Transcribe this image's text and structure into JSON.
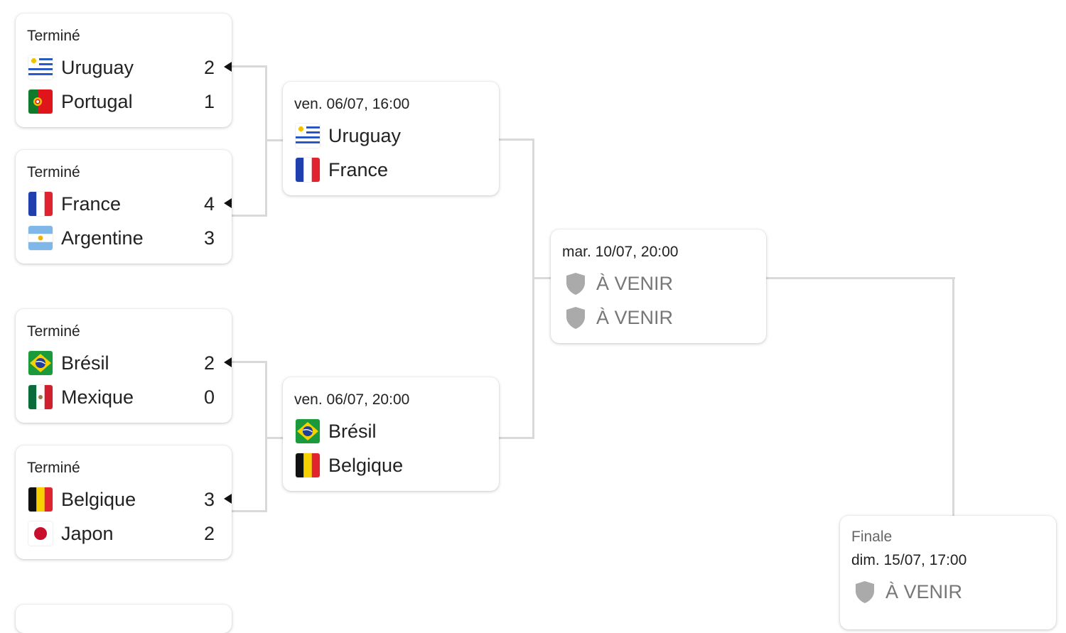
{
  "qf1": {
    "status": "Terminé",
    "team1": "Uruguay",
    "score1": "2",
    "team2": "Portugal",
    "score2": "1"
  },
  "qf2": {
    "status": "Terminé",
    "team1": "France",
    "score1": "4",
    "team2": "Argentine",
    "score2": "3"
  },
  "qf3": {
    "status": "Terminé",
    "team1": "Brésil",
    "score1": "2",
    "team2": "Mexique",
    "score2": "0"
  },
  "qf4": {
    "status": "Terminé",
    "team1": "Belgique",
    "score1": "3",
    "team2": "Japon",
    "score2": "2"
  },
  "sf1": {
    "date": "ven. 06/07, 16:00",
    "team1": "Uruguay",
    "team2": "France"
  },
  "sf2": {
    "date": "ven. 06/07, 20:00",
    "team1": "Brésil",
    "team2": "Belgique"
  },
  "semi": {
    "date": "mar. 10/07, 20:00",
    "team1": "À VENIR",
    "team2": "À VENIR"
  },
  "final": {
    "label": "Finale",
    "date": "dim. 15/07, 17:00",
    "team1": "À VENIR"
  },
  "colors": {
    "connector": "#d9d9d9",
    "tbd_shield": "#aaaaaa",
    "winner_arrow": "#111111"
  }
}
